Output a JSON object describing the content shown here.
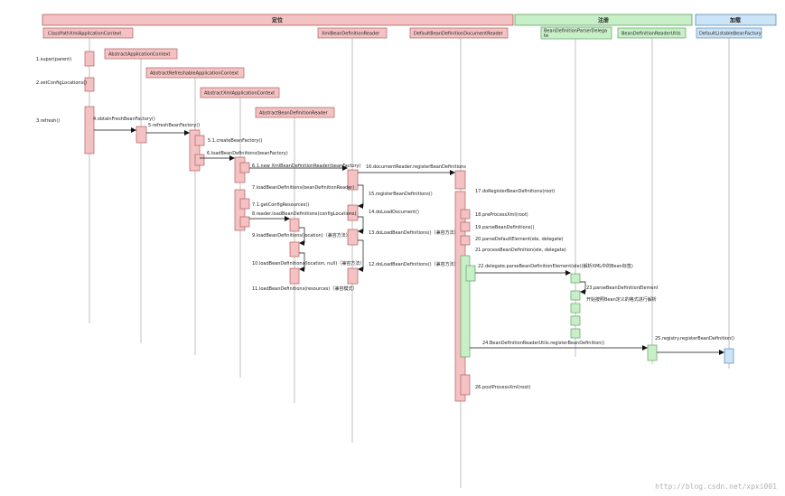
{
  "phases": [
    {
      "label": "定位",
      "fill": "#f4c2c2",
      "stroke": "#b06060"
    },
    {
      "label": "注册",
      "fill": "#c8f0c8",
      "stroke": "#60a060"
    },
    {
      "label": "加载",
      "fill": "#cce4f7",
      "stroke": "#5a8ab0"
    }
  ],
  "participants": [
    {
      "label": "ClassPathXmlApplicationContext",
      "lines": [
        "ClassPathXmlApplicationContext"
      ]
    },
    {
      "label": "AbstractApplicationContext",
      "lines": [
        "AbstractApplicationContext"
      ]
    },
    {
      "label": "AbstractRefreshableApplicationContext",
      "lines": [
        "AbstractRefreshableApplicationContext"
      ]
    },
    {
      "label": "AbstractXmlApplicationContext",
      "lines": [
        "AbstractXmlApplicationContext"
      ]
    },
    {
      "label": "AbstractBeanDefinitionReader",
      "lines": [
        "AbstractBeanDefinitionReader"
      ]
    },
    {
      "label": "XmlBeanDefinitionReader",
      "lines": [
        "XmlBeanDefinitionReader"
      ]
    },
    {
      "label": "DefaultBeanDefinitionDocumentReader",
      "lines": [
        "DefaultBeanDefinitionDocumentReader"
      ]
    },
    {
      "label": "BeanDefinitionParserDelegate",
      "lines": [
        "BeanDefinitionParserDelega",
        "te"
      ]
    },
    {
      "label": "BeanDefinitionReaderUtils",
      "lines": [
        "BeanDefinitionReaderUtils"
      ]
    },
    {
      "label": "DefaultListableBeanFactory",
      "lines": [
        "DefaultListableBeanFactory"
      ]
    }
  ],
  "messages": [
    "1.super(parent)",
    "2.setConfigLocations()",
    "3.refresh()",
    "4.obtainFreshBeanFactory()",
    "5.refreshBeanFactory()",
    "5.1.createBeanFactory()",
    "6.loadBeanDefinitions(beanFactory)",
    "6.1.new XmlBeanDefinitionReader(beanFactory)",
    "7.loadBeanDefinitions(beanDefinitionReader)",
    "7.1.getConfigResources()",
    "8.reader.loadBeanDefinitions(configLocations)",
    "9.loadBeanDefinitions(location)（兼容方法）",
    "10.loadBeanDefinitions(location, null)（兼容方法）",
    "11.loadBeanDefinitions(resources)（兼容模式）",
    "12.doLoadBeanDefinitions()（兼容方法）",
    "13.doLoadBeanDefinitions()（兼容方法）",
    "14.doLoadDocument()",
    "15.registerBeanDefinitions()",
    "16.documentReader.registerBeanDefinitions",
    "17.doRegisterBeanDefinitions(root)",
    "18.preProcessXml(root)",
    "19.parseBeanDefinitions()",
    "20.parseDefaultElement(ele, delegate)",
    "21.processBeanDefinition(ele, delegate)",
    "22.delegate.parseBeanDefinitionElement(ele)(解析XML中的Bean标签)",
    "23.parseBeanDefinitionElement",
    "开始按照Bean定义的格式进行解析",
    "24.BeanDefinitionReaderUtils.registerBeanDefinition()",
    "25.registry.registerBeanDefinition()",
    "26.postProcessXml(root)"
  ],
  "watermark": "http://blog.csdn.net/xpxi001"
}
